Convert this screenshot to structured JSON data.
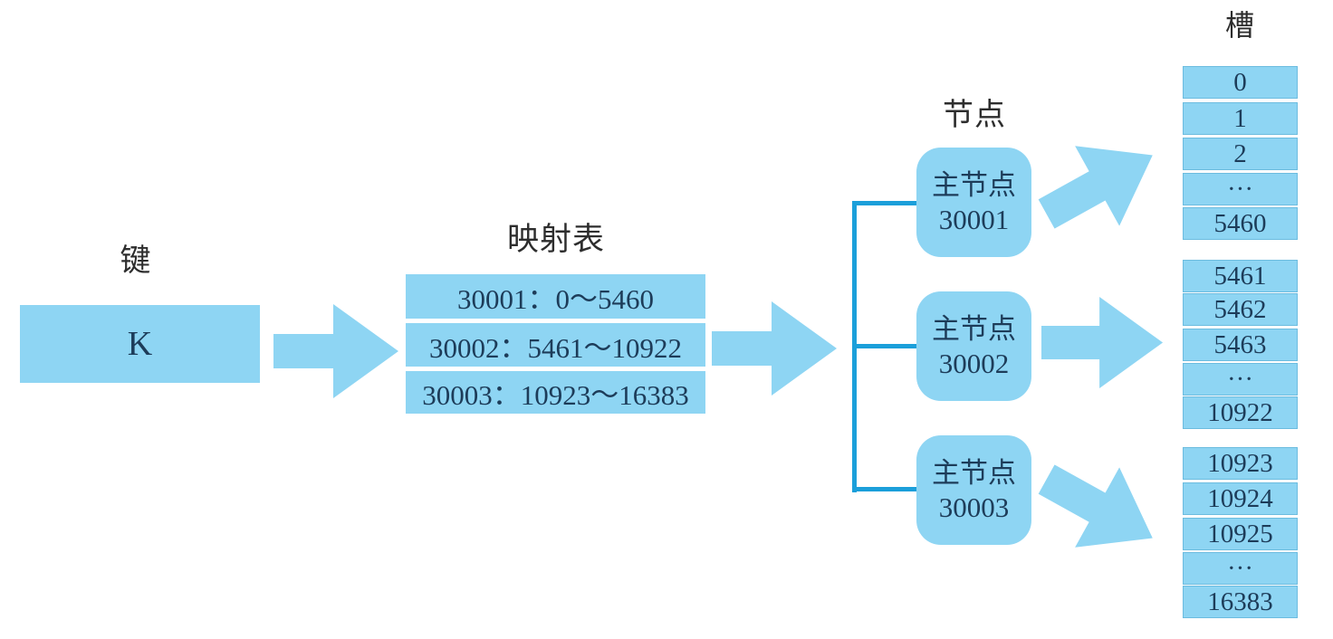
{
  "colors": {
    "shape_fill": "#8ed5f3",
    "connector_line": "#1b9fda",
    "number_text": "#1d3c59",
    "label_text": "#2d2d2d"
  },
  "key": {
    "label": "键",
    "value": "K"
  },
  "mapping": {
    "label": "映射表",
    "rows": [
      "30001：0～5460",
      "30002：5461～10922",
      "30003：10923～16383"
    ]
  },
  "nodes": {
    "label": "节点",
    "items": [
      {
        "role": "主节点",
        "port": "30001"
      },
      {
        "role": "主节点",
        "port": "30002"
      },
      {
        "role": "主节点",
        "port": "30003"
      }
    ]
  },
  "slots": {
    "label": "槽",
    "groups": [
      {
        "cells": [
          "0",
          "1",
          "2",
          "···",
          "5460"
        ]
      },
      {
        "cells": [
          "5461",
          "5462",
          "5463",
          "···",
          "10922"
        ]
      },
      {
        "cells": [
          "10923",
          "10924",
          "10925",
          "···",
          "16383"
        ]
      }
    ]
  },
  "icons": {
    "flow_arrow": "block-arrow-right"
  }
}
